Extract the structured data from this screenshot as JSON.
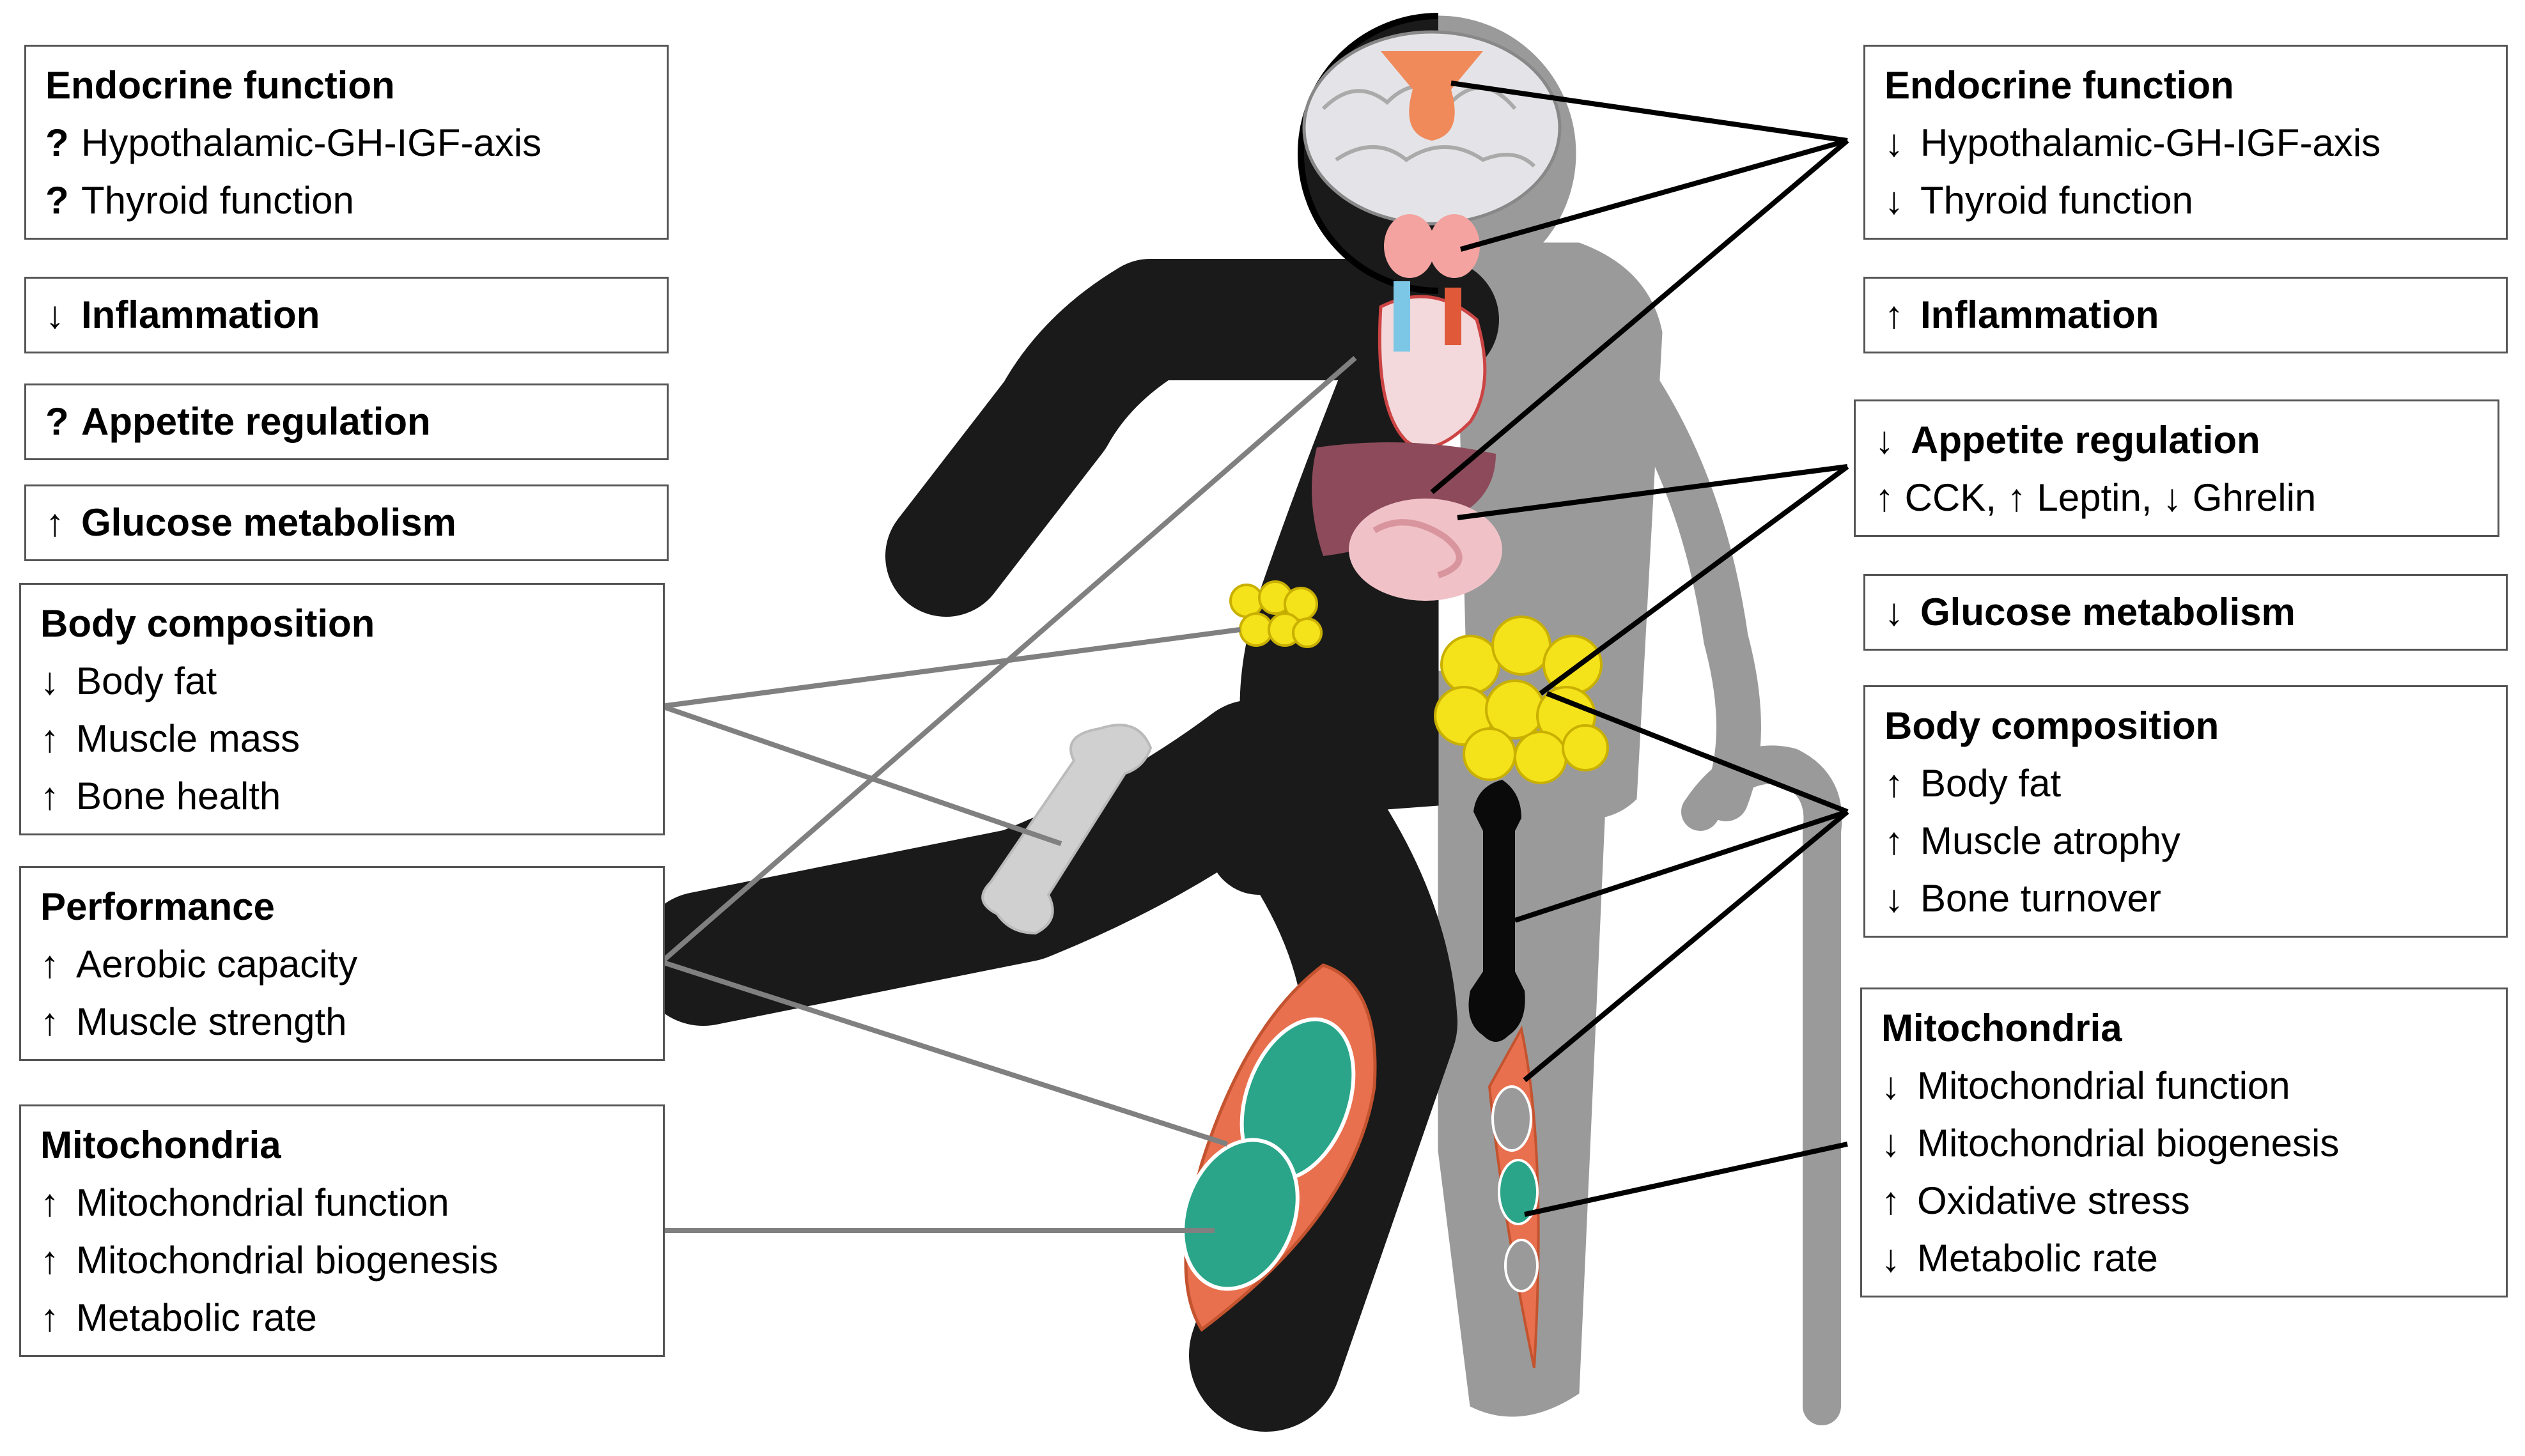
{
  "left": {
    "endocrine": {
      "title": "Endocrine function",
      "items": [
        {
          "arrow": "?",
          "text": "Hypothalamic-GH-IGF-axis"
        },
        {
          "arrow": "?",
          "text": "Thyroid function"
        }
      ]
    },
    "inflammation": {
      "arrow": "↓",
      "title": "Inflammation"
    },
    "appetite": {
      "arrow": "?",
      "title": "Appetite regulation"
    },
    "glucose": {
      "arrow": "↑",
      "title": "Glucose metabolism"
    },
    "body_composition": {
      "title": "Body composition",
      "items": [
        {
          "arrow": "↓",
          "text": "Body fat"
        },
        {
          "arrow": "↑",
          "text": "Muscle mass"
        },
        {
          "arrow": "↑",
          "text": "Bone health"
        }
      ]
    },
    "performance": {
      "title": "Performance",
      "items": [
        {
          "arrow": "↑",
          "text": "Aerobic capacity"
        },
        {
          "arrow": "↑",
          "text": "Muscle strength"
        }
      ]
    },
    "mitochondria": {
      "title": "Mitochondria",
      "items": [
        {
          "arrow": "↑",
          "text": "Mitochondrial function"
        },
        {
          "arrow": "↑",
          "text": "Mitochondrial biogenesis"
        },
        {
          "arrow": "↑",
          "text": "Metabolic rate"
        }
      ]
    }
  },
  "right": {
    "endocrine": {
      "title": "Endocrine function",
      "items": [
        {
          "arrow": "↓",
          "text": "Hypothalamic-GH-IGF-axis"
        },
        {
          "arrow": "↓",
          "text": "Thyroid function"
        }
      ]
    },
    "inflammation": {
      "arrow": "↑",
      "title": "Inflammation"
    },
    "appetite": {
      "arrow": "↓",
      "title": "Appetite regulation",
      "detail": "↑ CCK, ↑ Leptin, ↓ Ghrelin"
    },
    "glucose": {
      "arrow": "↓",
      "title": "Glucose metabolism"
    },
    "body_composition": {
      "title": "Body composition",
      "items": [
        {
          "arrow": "↑",
          "text": "Body fat"
        },
        {
          "arrow": "↑",
          "text": "Muscle atrophy"
        },
        {
          "arrow": "↓",
          "text": "Bone turnover"
        }
      ]
    },
    "mitochondria": {
      "title": "Mitochondria",
      "items": [
        {
          "arrow": "↓",
          "text": "Mitochondrial function"
        },
        {
          "arrow": "↓",
          "text": "Mitochondrial biogenesis"
        },
        {
          "arrow": "↑",
          "text": "Oxidative stress"
        },
        {
          "arrow": "↓",
          "text": "Metabolic rate"
        }
      ]
    }
  },
  "colors": {
    "active_figure": "#1a1a1a",
    "elderly_figure": "#9a9a9a",
    "muscle": "#e8704e",
    "mitochondria": "#2aa58a",
    "fat": "#f4e21a",
    "bone": "#d0d0d0",
    "liver": "#8c4a5a",
    "brain": "#e4e4e8",
    "hypothalamus": "#f08a5a"
  }
}
